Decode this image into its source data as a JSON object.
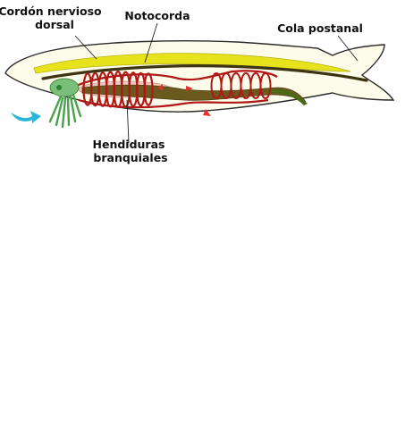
{
  "labels": {
    "nerve_cord_line1": "Cordón nervioso",
    "nerve_cord_line2": "dorsal",
    "notochord": "Notocorda",
    "tail": "Cola postanal",
    "gill_slits_line1": "Hendiduras",
    "gill_slits_line2": "branquiales"
  },
  "colors": {
    "body_fill": "#fdfbe9",
    "outline": "#2b2b2b",
    "nerve_cord": "#e6e21c",
    "notochord": "#3d3413",
    "vessels": "#b01717",
    "gut": "#6b5a1e",
    "gut_tail": "#4c6a16",
    "tentacles": "#4aa34a",
    "water_arrow": "#29b6d8",
    "flow_arrow": "#e0342c",
    "pharynx_lining": "#f2c7bd"
  },
  "icons": {
    "water_arrow": "water-inflow-arrow-icon",
    "flow_arrow": "blood-flow-arrow-icon"
  }
}
